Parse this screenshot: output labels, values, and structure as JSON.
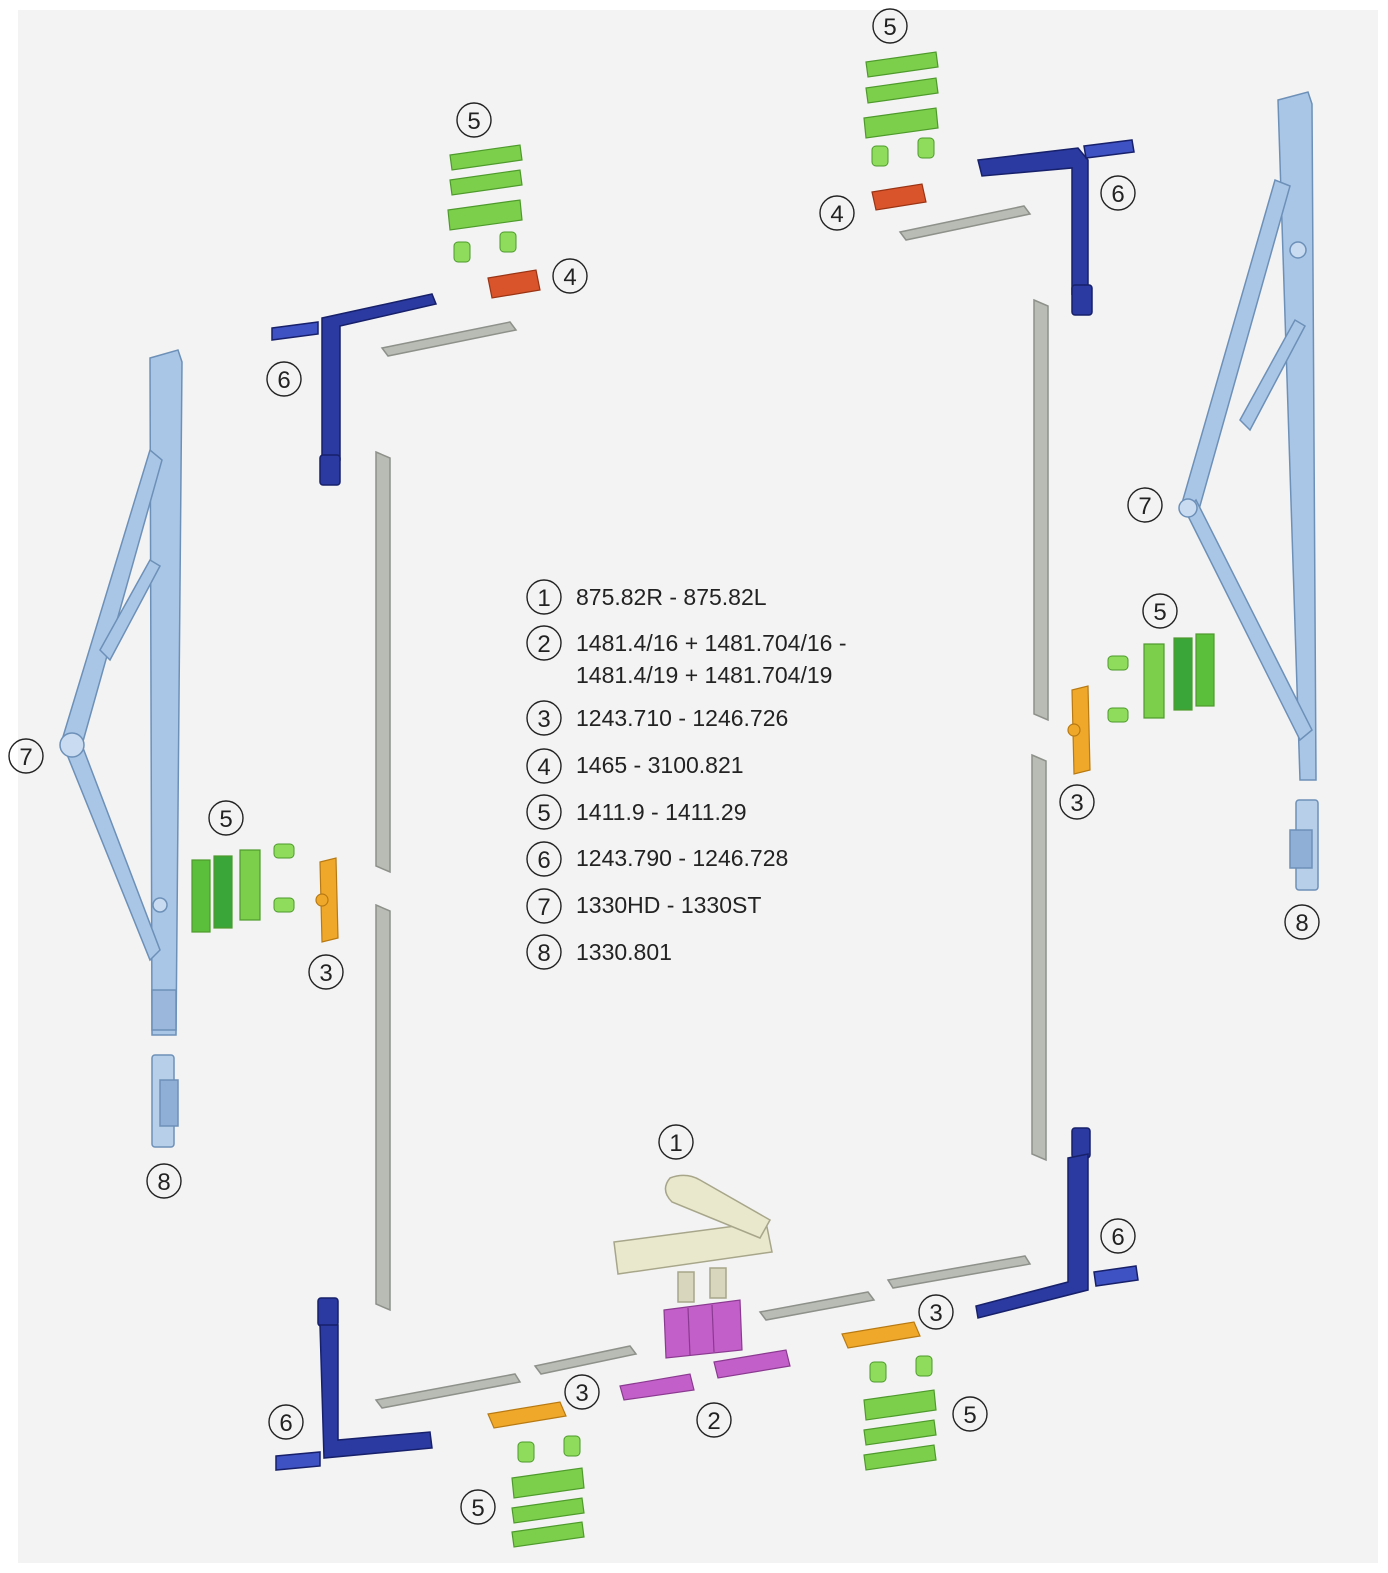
{
  "colors": {
    "background": "#f3f3f3",
    "stay_arm": "#a9c6e6",
    "corner_bracket": "#2a3aa0",
    "rod": "#b9bcb5",
    "keeper_green": "#7ccf4a",
    "keeper_dark_green": "#3aa63a",
    "striker_orange": "#f0a82a",
    "drive_red": "#d9542a",
    "gearbox_magenta": "#c35fc9",
    "handle_cream": "#e9e7cc"
  },
  "callouts": {
    "c1": "1",
    "c2": "2",
    "c3a": "3",
    "c3b": "3",
    "c3c": "3",
    "c3d": "3",
    "c4a": "4",
    "c4b": "4",
    "c5a": "5",
    "c5b": "5",
    "c5c": "5",
    "c5d": "5",
    "c5e": "5",
    "c5f": "5",
    "c6a": "6",
    "c6b": "6",
    "c6c": "6",
    "c6d": "6",
    "c7a": "7",
    "c7b": "7",
    "c8a": "8",
    "c8b": "8"
  },
  "legend": [
    {
      "num": "1",
      "lines": [
        "875.82R - 875.82L"
      ]
    },
    {
      "num": "2",
      "lines": [
        "1481.4/16 + 1481.704/16 -",
        "1481.4/19 + 1481.704/19"
      ]
    },
    {
      "num": "3",
      "lines": [
        "1243.710 - 1246.726"
      ]
    },
    {
      "num": "4",
      "lines": [
        "1465 - 3100.821"
      ]
    },
    {
      "num": "5",
      "lines": [
        "1411.9 - 1411.29"
      ]
    },
    {
      "num": "6",
      "lines": [
        "1243.790 - 1246.728"
      ]
    },
    {
      "num": "7",
      "lines": [
        "1330HD - 1330ST"
      ]
    },
    {
      "num": "8",
      "lines": [
        "1330.801"
      ]
    }
  ]
}
